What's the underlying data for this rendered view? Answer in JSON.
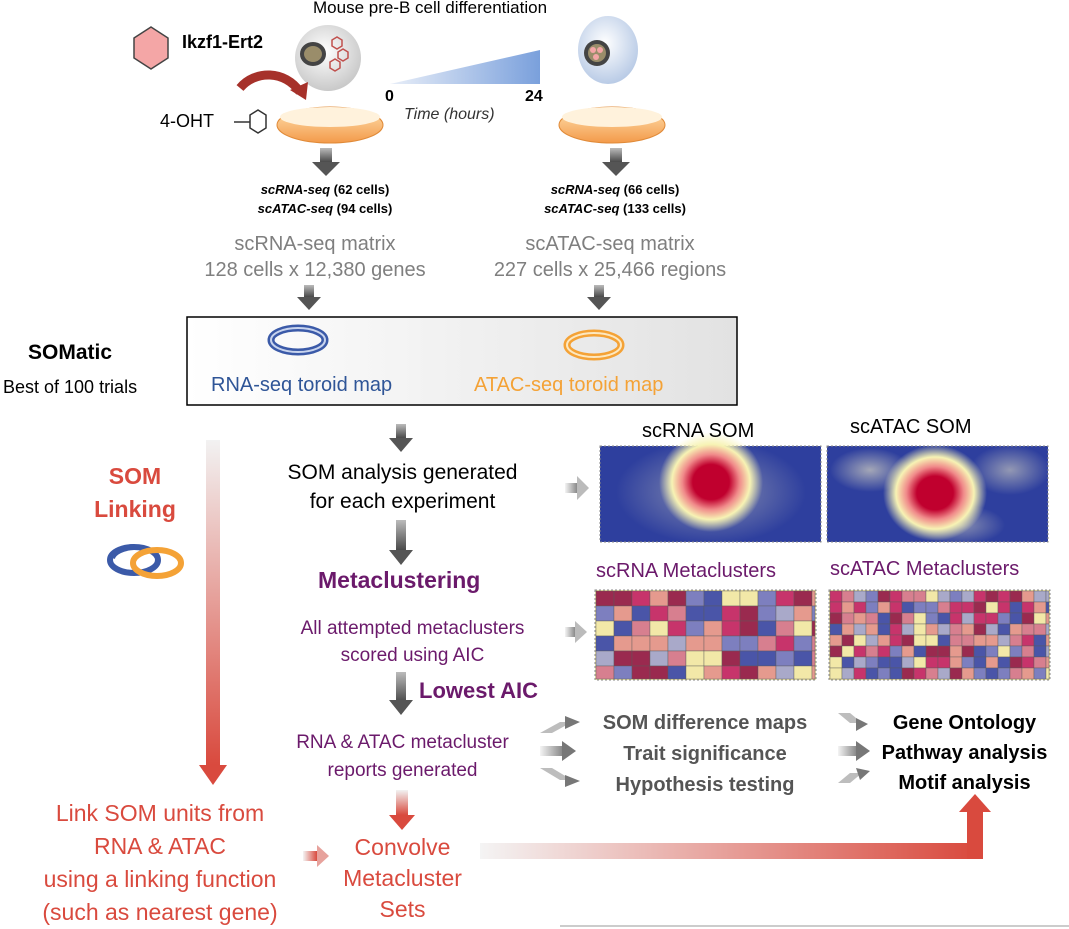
{
  "header": {
    "title": "Mouse pre-B cell differentiation",
    "construct": "Ikzf1-Ert2",
    "drug": "4-OHT",
    "time_start": "0",
    "time_end": "24",
    "time_label": "Time (hours)"
  },
  "samples": {
    "left": {
      "rna_method": "scRNA-seq",
      "rna_count": " (62 cells)",
      "atac_method": "scATAC-seq",
      "atac_count": " (94 cells)"
    },
    "right": {
      "rna_method": "scRNA-seq",
      "rna_count": " (66 cells)",
      "atac_method": "scATAC-seq",
      "atac_count": " (133 cells)"
    }
  },
  "matrices": {
    "rna_title": "scRNA-seq matrix",
    "rna_dims": "128 cells x 12,380 genes",
    "atac_title": "scATAC-seq matrix",
    "atac_dims": "227 cells x 25,466 regions"
  },
  "somatic": {
    "title": "SOMatic",
    "subtitle": "Best of 100 trials",
    "rna_map": "RNA-seq toroid map",
    "atac_map": "ATAC-seq toroid map"
  },
  "linking": {
    "title_line1": "SOM",
    "title_line2": "Linking",
    "link_line1": "Link SOM units from",
    "link_line2": "RNA & ATAC",
    "link_line3": "using a linking function",
    "link_line4": "(such as nearest gene)",
    "convolve_line1": "Convolve",
    "convolve_line2": "Metacluster",
    "convolve_line3": "Sets"
  },
  "pipeline": {
    "som_line1": "SOM analysis generated",
    "som_line2": "for each experiment",
    "metaclustering": "Metaclustering",
    "meta_line1": "All attempted metaclusters",
    "meta_line2": "scored using AIC",
    "lowest_aic": "Lowest AIC",
    "report_line1": "RNA & ATAC metacluster",
    "report_line2": "reports generated"
  },
  "maps": {
    "scrna_som": "scRNA SOM",
    "scatac_som": "scATAC SOM",
    "scrna_meta": "scRNA Metaclusters",
    "scatac_meta": "scATAC Metaclusters"
  },
  "analyses": {
    "a1": "SOM difference maps",
    "a2": "Trait significance",
    "a3": "Hypothesis testing",
    "o1": "Gene Ontology",
    "o2": "Pathway analysis",
    "o3": "Motif analysis"
  },
  "colors": {
    "red": "#d94a3e",
    "purple": "#6b1a6b",
    "rna_blue": "#2f5597",
    "atac_orange": "#f4a236",
    "grey_text": "#7f7f7f",
    "dark_text": "#555555"
  }
}
